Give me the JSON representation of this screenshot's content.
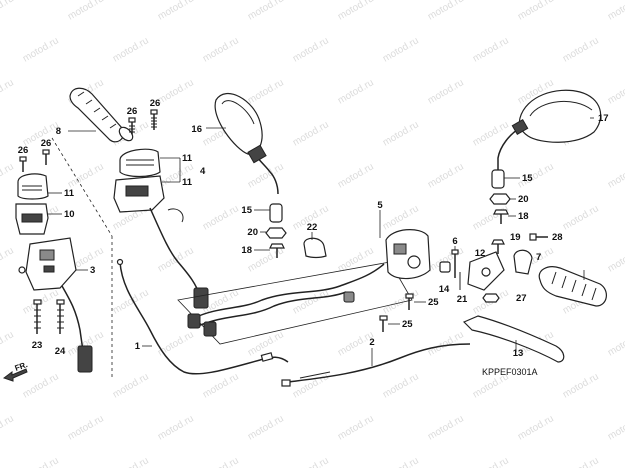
{
  "watermark": "motod.ru",
  "diagram_code": "KPPEF0301A",
  "direction_label": "FR.",
  "callouts": {
    "c1": "1",
    "c2": "2",
    "c3": "3",
    "c4": "4",
    "c5": "5",
    "c6": "6",
    "c7": "7",
    "c8": "8",
    "c10": "10",
    "c11a": "11",
    "c11b": "11",
    "c11c": "11",
    "c12": "12",
    "c13": "13",
    "c14": "14",
    "c15a": "15",
    "c15b": "15",
    "c16": "16",
    "c17": "17",
    "c18a": "18",
    "c18b": "18",
    "c19": "19",
    "c20a": "20",
    "c20b": "20",
    "c21": "21",
    "c22": "22",
    "c23": "23",
    "c24": "24",
    "c25a": "25",
    "c25b": "25",
    "c26a": "26",
    "c26b": "26",
    "c26c": "26",
    "c26d": "26",
    "c27": "27",
    "c28": "28"
  }
}
